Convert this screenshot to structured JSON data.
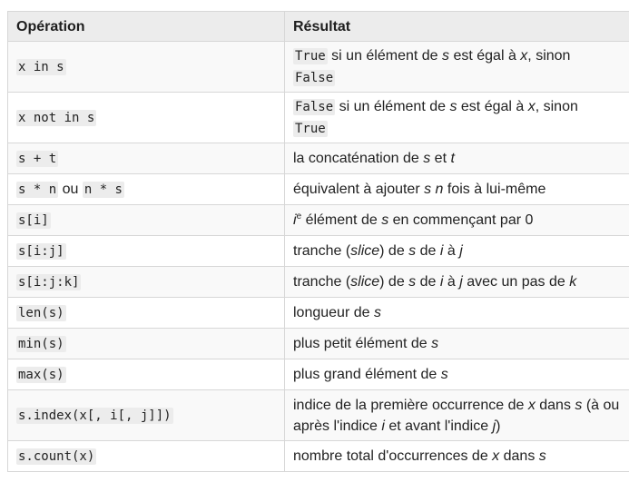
{
  "headers": {
    "operation": "Opération",
    "result": "Résultat"
  },
  "rows": [
    {
      "op": [
        {
          "c": "x in s"
        }
      ],
      "res": [
        {
          "c": "True"
        },
        {
          "t": " si un élément de "
        },
        {
          "i": "s"
        },
        {
          "t": " est égal à "
        },
        {
          "i": "x"
        },
        {
          "t": ", sinon "
        },
        {
          "br": true
        },
        {
          "c": "False"
        }
      ]
    },
    {
      "op": [
        {
          "c": "x not in s"
        }
      ],
      "res": [
        {
          "c": "False"
        },
        {
          "t": " si un élément de "
        },
        {
          "i": "s"
        },
        {
          "t": " est égal à "
        },
        {
          "i": "x"
        },
        {
          "t": ", sinon "
        },
        {
          "br": true
        },
        {
          "c": "True"
        }
      ]
    },
    {
      "op": [
        {
          "c": "s + t"
        }
      ],
      "res": [
        {
          "t": "la concaténation de "
        },
        {
          "i": "s"
        },
        {
          "t": " et "
        },
        {
          "i": "t"
        }
      ]
    },
    {
      "op": [
        {
          "c": "s * n"
        },
        {
          "t": " ou "
        },
        {
          "c": "n * s"
        }
      ],
      "res": [
        {
          "t": "équivalent à ajouter "
        },
        {
          "i": "s n"
        },
        {
          "t": " fois à lui-même"
        }
      ]
    },
    {
      "op": [
        {
          "c": "s[i]"
        }
      ],
      "res": [
        {
          "i": "i"
        },
        {
          "sup": "e"
        },
        {
          "t": " élément de "
        },
        {
          "i": "s"
        },
        {
          "t": " en commençant par 0"
        }
      ]
    },
    {
      "op": [
        {
          "c": "s[i:j]"
        }
      ],
      "res": [
        {
          "t": "tranche ("
        },
        {
          "i": "slice"
        },
        {
          "t": ") de "
        },
        {
          "i": "s"
        },
        {
          "t": " de "
        },
        {
          "i": "i"
        },
        {
          "t": " à "
        },
        {
          "i": "j"
        }
      ]
    },
    {
      "op": [
        {
          "c": "s[i:j:k]"
        }
      ],
      "res": [
        {
          "t": "tranche ("
        },
        {
          "i": "slice"
        },
        {
          "t": ") de "
        },
        {
          "i": "s"
        },
        {
          "t": " de "
        },
        {
          "i": "i"
        },
        {
          "t": " à "
        },
        {
          "i": "j"
        },
        {
          "t": " avec un pas de "
        },
        {
          "i": "k"
        }
      ]
    },
    {
      "op": [
        {
          "c": "len(s)"
        }
      ],
      "res": [
        {
          "t": "longueur de "
        },
        {
          "i": "s"
        }
      ]
    },
    {
      "op": [
        {
          "c": "min(s)"
        }
      ],
      "res": [
        {
          "t": "plus petit élément de "
        },
        {
          "i": "s"
        }
      ]
    },
    {
      "op": [
        {
          "c": "max(s)"
        }
      ],
      "res": [
        {
          "t": "plus grand élément de "
        },
        {
          "i": "s"
        }
      ]
    },
    {
      "op": [
        {
          "c": "s.index(x[, i[, j]])"
        }
      ],
      "res": [
        {
          "t": "indice de la première occurrence de "
        },
        {
          "i": "x"
        },
        {
          "t": " dans "
        },
        {
          "i": "s"
        },
        {
          "t": " (à ou après l'indice "
        },
        {
          "i": "i"
        },
        {
          "t": " et avant l'indice "
        },
        {
          "i": "j"
        },
        {
          "t": ")"
        }
      ]
    },
    {
      "op": [
        {
          "c": "s.count(x)"
        }
      ],
      "res": [
        {
          "t": "nombre total d'occurrences de "
        },
        {
          "i": "x"
        },
        {
          "t": " dans "
        },
        {
          "i": "s"
        }
      ]
    }
  ]
}
